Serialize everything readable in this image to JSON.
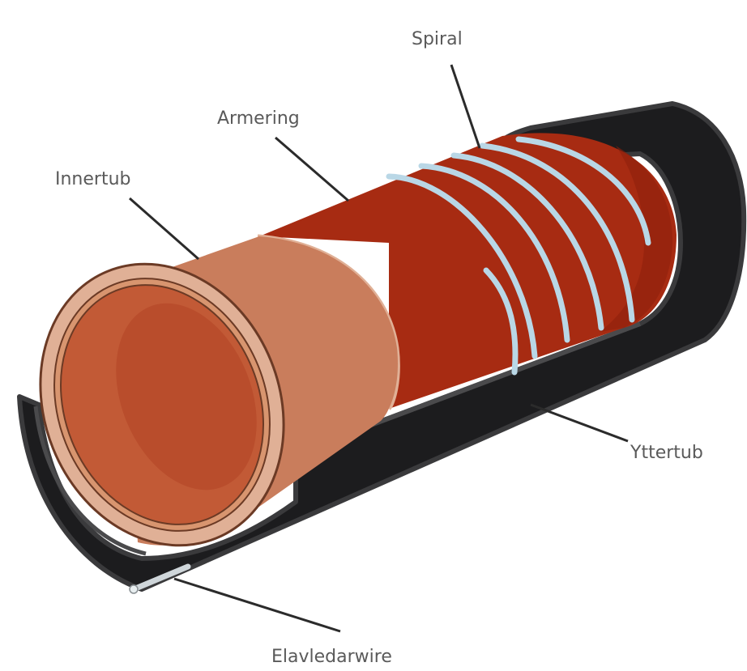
{
  "labels": {
    "spiral": "Spiral",
    "armering": "Armering",
    "innertub": "Innertub",
    "yttertub": "Yttertub",
    "elavledarwire": "Elavledarwire"
  },
  "colors": {
    "outer_tube": "#1c1c1e",
    "outer_edge": "#3a3a3c",
    "reinforcement": "#a72b12",
    "reinforcement_dark": "#8e200c",
    "inner_tube": "#c97d5c",
    "inner_tube_rim": "#e0b096",
    "inner_bore": "#c25a36",
    "spiral_wire": "#b9d7e6",
    "ground_wire": "#cfd6da",
    "leader": "#2b2b2b",
    "label_text": "#5a5a5a"
  }
}
